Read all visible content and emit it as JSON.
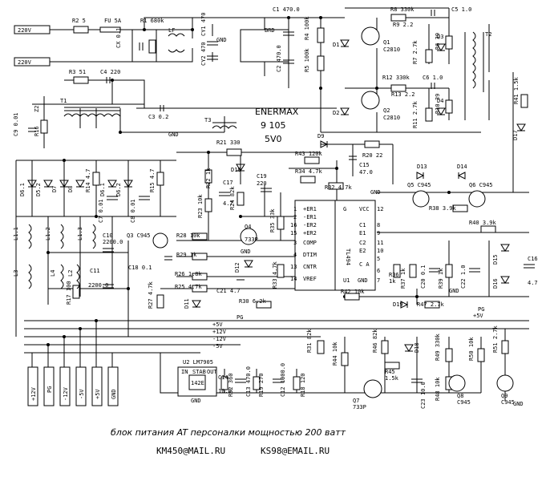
{
  "brand": {
    "line1": "ENERMAX",
    "line2": "9 105",
    "line3": "5V0"
  },
  "caption": "блок питания AT персоналки мощностью 200 ватт",
  "emails": {
    "a": "KM450@MAIL.RU",
    "b": "KS98@EMAIL.RU"
  },
  "terminals": {
    "ac1": "220V",
    "ac2": "220V",
    "out": [
      "+12V",
      "PG",
      "-12V",
      "-5V",
      "+5V",
      "GND"
    ]
  },
  "rails": [
    "PG",
    "+5V",
    "+12V",
    "-12V",
    "-5V"
  ],
  "ic": {
    "name": "TL494",
    "pins_left": [
      "+ER1",
      "-ER1",
      "-ER2",
      "+ER2",
      "COMP",
      "DTIM",
      "CNTR",
      "VREF"
    ],
    "pins_right": [
      "VCC",
      "C1",
      "E1",
      "C2",
      "E2",
      "C A",
      "GND"
    ],
    "nums_left": [
      "1",
      "2",
      "16",
      "15",
      "3",
      "4",
      "13",
      "14"
    ],
    "nums_right": [
      "12",
      "8",
      "9",
      "11",
      "10",
      "5",
      "6",
      "7"
    ],
    "g": "G",
    "u": "U1"
  },
  "reg": {
    "name": "U2 LM7905",
    "chip": "142E",
    "in": "IN",
    "stab": "STAB",
    "out": "OUT",
    "gnd": "GND"
  },
  "labels": {
    "R2": "R2 5",
    "FU": "FU 5A",
    "R1": "R1 680k",
    "C1": "C1 470.0",
    "R8": "R8 330k",
    "C5": "C5 1.0",
    "CX": "CX 0.1",
    "LF": "LF",
    "CY1": "CY1 470",
    "CY2": "CY2 470",
    "GND1": "GND",
    "BRD": "BRD",
    "R4": "R4 100k",
    "C2": "C2 470.0",
    "R5": "R5 100k",
    "R9": "R9 2.2",
    "D1": "D1",
    "Q1": "Q1",
    "Q1t": "C2810",
    "R7": "R7 2.7k",
    "D3": "D3",
    "R6": "R6 39",
    "T2": "T2",
    "R3": "R3 51",
    "C4": "C4 220",
    "R12": "R12 330k",
    "C6": "C6 1.0",
    "R13": "R13 2.2",
    "D2": "D2",
    "Q2": "Q2",
    "Q2t": "C2810",
    "R11": "R11 2.7k",
    "D4": "D4",
    "R10": "R10 39",
    "R41": "R41 1.5k",
    "T1": "T1",
    "C3": "C3 0.2",
    "C9": "C9 0.01",
    "R16": "R16",
    "Z2": "Z2",
    "T3": "T3",
    "GND2": "GND",
    "D17": "D17",
    "R21": "R21 330",
    "D9": "D9",
    "R20": "R20 22",
    "R43": "R43 120k",
    "C15": "C15",
    "C15v": "47.0",
    "R34": "R34 4.7k",
    "D10": "D10",
    "R22": "R22 1k",
    "C17": "C17",
    "C17v": "4.7",
    "C19": "C19",
    "C19v": "220",
    "D13": "D13",
    "D14": "D14",
    "R32": "R32 4.7k",
    "GND3": "GND",
    "Q5": "Q5 C945",
    "Q6": "Q6 C945",
    "D6": "D6.1",
    "D5": "D5.2",
    "D7": "D7",
    "D8": "D8",
    "D61": "D6.1",
    "D62": "D6.2",
    "R14": "R14 4.7",
    "R15": "R15 4.7",
    "C7": "C7 0.01",
    "C8": "C8 0.01",
    "R23": "R23 10k",
    "R24": "R24 82k",
    "R35": "R35 33k",
    "R38": "R38 3.9k",
    "R40": "R40 3.9k",
    "L11": "L1.1",
    "L12": "L1.2",
    "L13": "L1.3",
    "L3": "L3",
    "L4": "L4",
    "L2": "L2",
    "C10": "C10",
    "C10v": "2200.0",
    "Q3": "Q3 C945",
    "R28": "R28 10k",
    "Q4": "Q4",
    "Q4t": "733P",
    "GND4": "GND",
    "C16": "C16",
    "C16v": "4.7",
    "D15": "D15",
    "D16": "D16",
    "C18": "C18 0.1",
    "R29": "R29 1k",
    "D12": "D12",
    "R33": "R33 4.7k",
    "R36": "R36",
    "R36v": "1k",
    "R37": "R37 1k",
    "C20": "C20 0.1",
    "R39": "R39 1k",
    "C22": "C22 1.0",
    "C11": "C11",
    "C11v": "2200.0",
    "R26": "R26 1.8k",
    "R25": "R25 4.7k",
    "C21": "C21 4.7",
    "GND5": "GND",
    "R17": "R17 100",
    "R27": "R27 4.7k",
    "D11": "D11",
    "R42": "R42 10k",
    "D19": "D19",
    "R47": "R47 2.7k",
    "R30": "R30 6.2k",
    "PG2": "PG",
    "P5": "+5V",
    "R31": "R31 82k",
    "R46": "R46 82k",
    "D18": "D18",
    "R49": "R49 330k",
    "R50": "R50 10k",
    "R51": "R51 2.7k",
    "R44": "R44 10k",
    "R45": "R45",
    "R45v": "1.5k",
    "C14": "C14",
    "C14v": "10.0",
    "R52": "R52 360",
    "C13": "C13 470.0",
    "R19": "R19 270",
    "C12": "C12 1000.0",
    "R18": "R18 120",
    "Q7": "Q7",
    "Q7t": "733P",
    "C23": "C23 10.0",
    "R48": "R48 10k",
    "Q8": "Q8",
    "Q8t": "C945",
    "Q9": "Q9",
    "Q9t": "C945",
    "GND6": "GND"
  }
}
